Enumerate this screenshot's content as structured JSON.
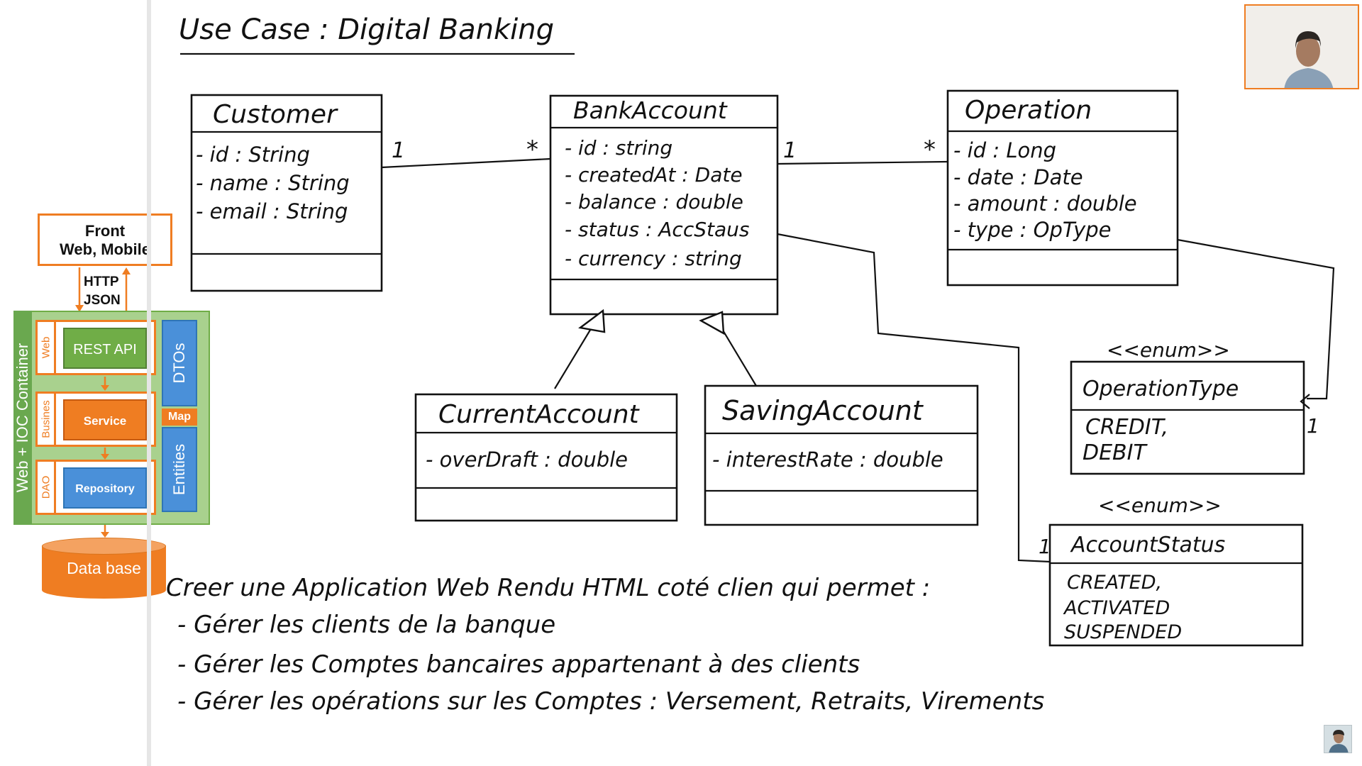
{
  "title": "Use Case : Digital Banking",
  "architecture": {
    "front": "Front Web, Mobile",
    "front_line1": "Front",
    "front_line2": "Web, Mobile",
    "protocol_line1": "HTTP",
    "protocol_line2": "JSON",
    "container_label": "Web + IOC Container",
    "layers": [
      {
        "side": "Web",
        "label": "REST API"
      },
      {
        "side": "Busines",
        "label": "Service"
      },
      {
        "side": "DAO",
        "label": "Repository"
      }
    ],
    "dtos": "DTOs",
    "map": "Map",
    "entities": "Entities",
    "database": "Data base"
  },
  "classes": {
    "customer": {
      "name": "Customer",
      "attributes": [
        "- id : String",
        "- name : String",
        "- email : String"
      ]
    },
    "bank_account": {
      "name": "BankAccount",
      "attributes": [
        "- id : string",
        "- createdAt : Date",
        "- balance : double",
        "- status : AccStaus",
        "- currency : string"
      ]
    },
    "operation": {
      "name": "Operation",
      "attributes": [
        "- id : Long",
        "- date : Date",
        "- amount : double",
        "- type : OpType"
      ]
    },
    "current_account": {
      "name": "CurrentAccount",
      "attributes": [
        "- overDraft : double"
      ]
    },
    "saving_account": {
      "name": "SavingAccount",
      "attributes": [
        "- interestRate : double"
      ]
    },
    "operation_type": {
      "stereotype": "<<enum>>",
      "name": "OperationType",
      "values": [
        "CREDIT,",
        "DEBIT"
      ]
    },
    "account_status": {
      "stereotype": "<<enum>>",
      "name": "AccountStatus",
      "values": [
        "CREATED,",
        "ACTIVATED",
        "SUSPENDED"
      ]
    }
  },
  "multiplicities": {
    "customer_side": "1",
    "account_from_customer": "*",
    "account_to_operation": "1",
    "operation_side": "*",
    "optype_side": "1",
    "status_side": "1"
  },
  "requirements": {
    "heading": "Creer une Application Web Rendu HTML coté clien qui permet :",
    "items": [
      "- Gérer les clients de la banque",
      "- Gérer les Comptes bancaires appartenant à des clients",
      "- Gérer les opérations sur les Comptes : Versement, Retraits, Virements"
    ]
  },
  "colors": {
    "orange": "#ef7d22",
    "green": "#70ad47",
    "light_green": "#a9d18e",
    "blue": "#4a90d9"
  }
}
